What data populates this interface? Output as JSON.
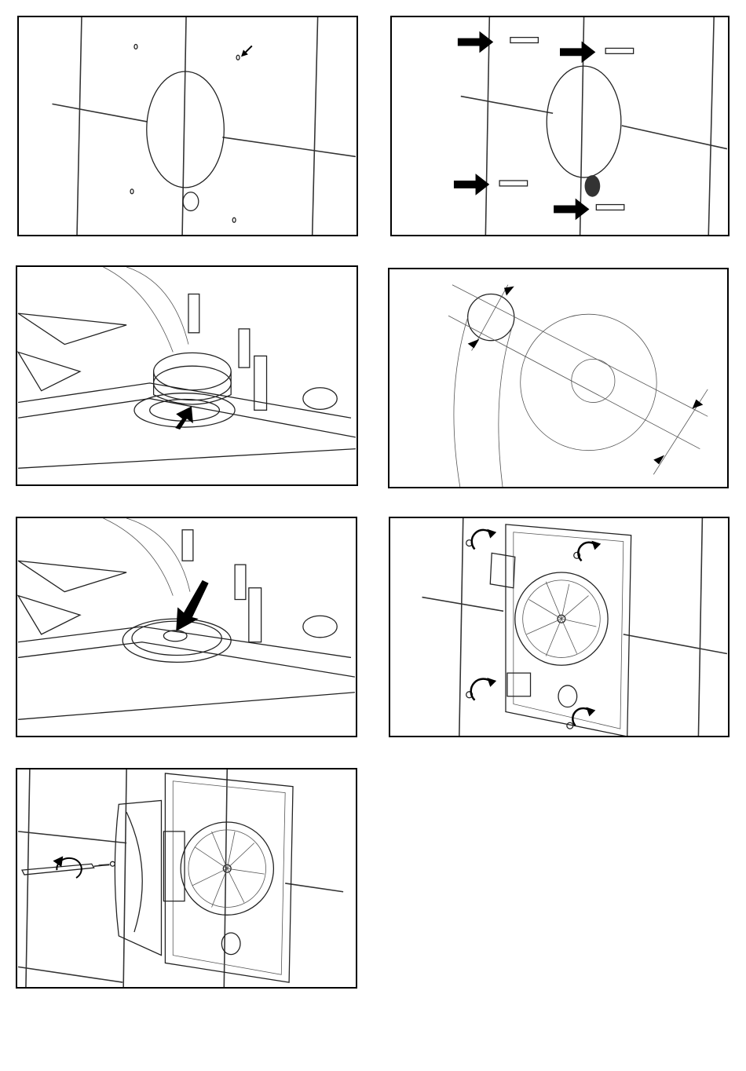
{
  "document": {
    "type": "installation-instructions-illustrations",
    "panels": [
      {
        "id": 1,
        "icons": [
          "wall-tiles",
          "circular-hole",
          "drill-mark-arrow"
        ]
      },
      {
        "id": 2,
        "icons": [
          "wall-tiles",
          "circular-hole",
          "wall-plug",
          "arrow"
        ]
      },
      {
        "id": 3,
        "icons": [
          "fan-housing",
          "check-valve",
          "arrow"
        ]
      },
      {
        "id": 4,
        "icons": [
          "duct-diameter-dimension"
        ]
      },
      {
        "id": 5,
        "icons": [
          "fan-housing",
          "adapter-ring",
          "arrow"
        ]
      },
      {
        "id": 6,
        "icons": [
          "fan-unit",
          "screw",
          "rotate-arrow"
        ]
      },
      {
        "id": 7,
        "icons": [
          "fan-unit",
          "screwdriver",
          "screw",
          "rotate-arrow"
        ]
      }
    ]
  }
}
